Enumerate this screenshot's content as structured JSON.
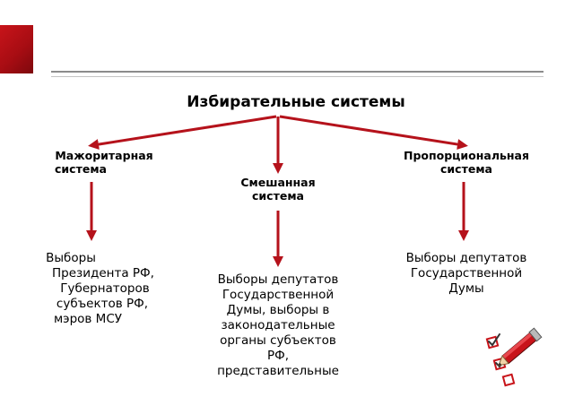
{
  "title": "Избирательные системы",
  "branches": {
    "left": {
      "heading_lines": [
        "Мажоритарная",
        "система"
      ],
      "body_lines": [
        "Выборы",
        "Президента РФ,",
        "Губернаторов",
        "субъектов РФ,",
        "мэров МСУ"
      ]
    },
    "center": {
      "heading_lines": [
        "Смешанная",
        "система"
      ],
      "body_lines": [
        "Выборы депутатов",
        "Государственной",
        "Думы, выборы в",
        "законодательные",
        "органы субъектов",
        "РФ,",
        "представительные"
      ]
    },
    "right": {
      "heading_lines": [
        "Пропорциональная",
        "система"
      ],
      "body_lines": [
        "Выборы депутатов",
        "Государственной",
        "Думы"
      ]
    }
  },
  "colors": {
    "arrow": "#b5121b",
    "accent": "#c8141a",
    "rule": "#8c8c8c"
  },
  "decoration": {
    "pencil_icon": "pencil-checklist-icon"
  }
}
